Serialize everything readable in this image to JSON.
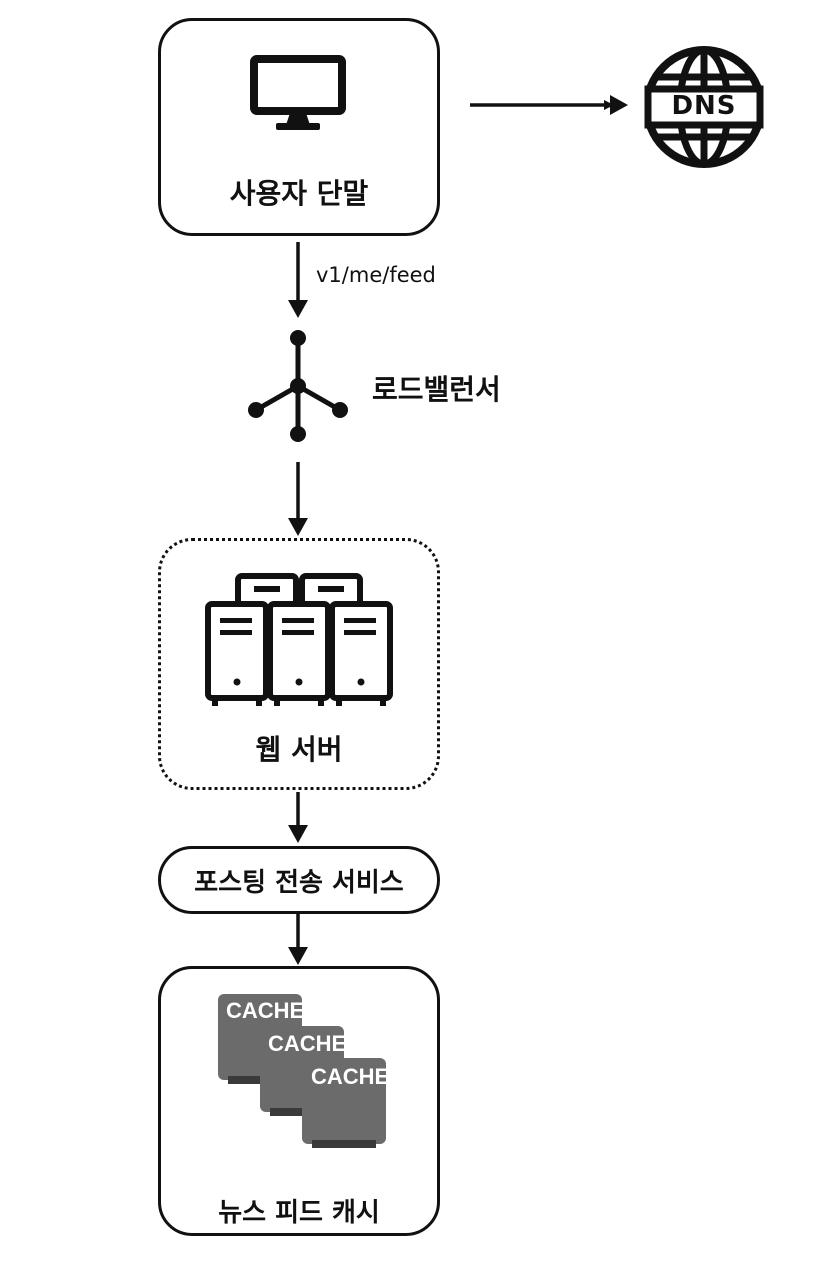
{
  "nodes": {
    "client": {
      "label": "사용자 단말",
      "icon": "monitor-icon"
    },
    "dns": {
      "label": "DNS",
      "icon": "globe-icon"
    },
    "load_balancer": {
      "label": "로드밸런서",
      "icon": "load-balancer-icon"
    },
    "web_servers": {
      "label": "웹 서버",
      "icon": "server-rack-icon"
    },
    "post_delivery": {
      "label": "포스팅 전송 서비스"
    },
    "news_feed_cache": {
      "label": "뉴스 피드 캐시",
      "icon": "cache-icon",
      "cache_tags": [
        "CACHE",
        "CACHE",
        "CACHE"
      ]
    }
  },
  "edges": {
    "client_to_lb": {
      "label": "v1/me/feed"
    }
  }
}
